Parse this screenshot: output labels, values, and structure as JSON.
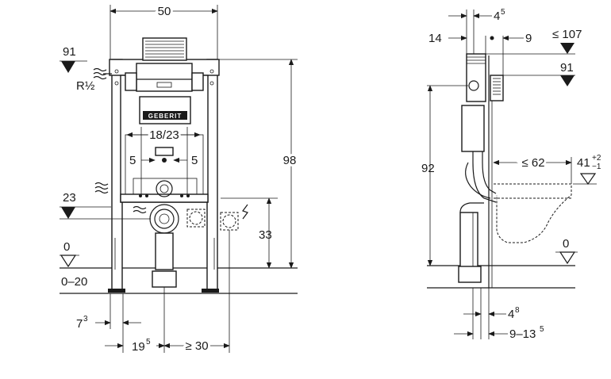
{
  "front_view": {
    "width_dim": "50",
    "height_dim": "98",
    "supply_level": "91",
    "supply_thread": "R½",
    "flush_plate_width": "18/23",
    "offset_left": "5",
    "offset_right": "5",
    "drain_level": "23",
    "floor_level": "0",
    "floor_range": "0–20",
    "electrical_height": "33",
    "foot_offset": "7",
    "foot_offset_sup": "3",
    "drain_offset": "19",
    "drain_offset_sup": "5",
    "electric_distance": "≥ 30",
    "brand": "GEBERIT"
  },
  "side_view": {
    "dim_top_a": "4",
    "dim_top_a_sup": "5",
    "dim_14": "14",
    "dim_9": "9",
    "max_height": "≤ 107",
    "supply_level": "91",
    "height_92": "92",
    "bowl_projection": "≤ 62",
    "bowl_height": "41",
    "bowl_height_tol_plus": "+2",
    "bowl_height_tol_minus": "−1",
    "floor_level": "0",
    "dim_bottom_a": "4",
    "dim_bottom_a_sup": "8",
    "dim_bottom_b": "9–13",
    "dim_bottom_b_sup": "5"
  }
}
